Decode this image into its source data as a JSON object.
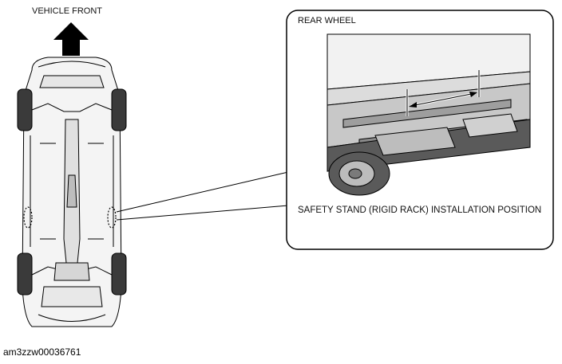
{
  "labels": {
    "vehicle_front": "VEHICLE FRONT",
    "rear_wheel": "REAR WHEEL",
    "installation_position": "SAFETY STAND (RIGID RACK) INSTALLATION POSITION",
    "figure_id": "am3zzw00036761"
  },
  "icons": {
    "front_arrow": "arrow-up-icon"
  },
  "colors": {
    "line": "#000000",
    "fill_light": "#f2f2f2",
    "fill_mid": "#d9d9d9",
    "fill_dark": "#4a4a4a"
  }
}
